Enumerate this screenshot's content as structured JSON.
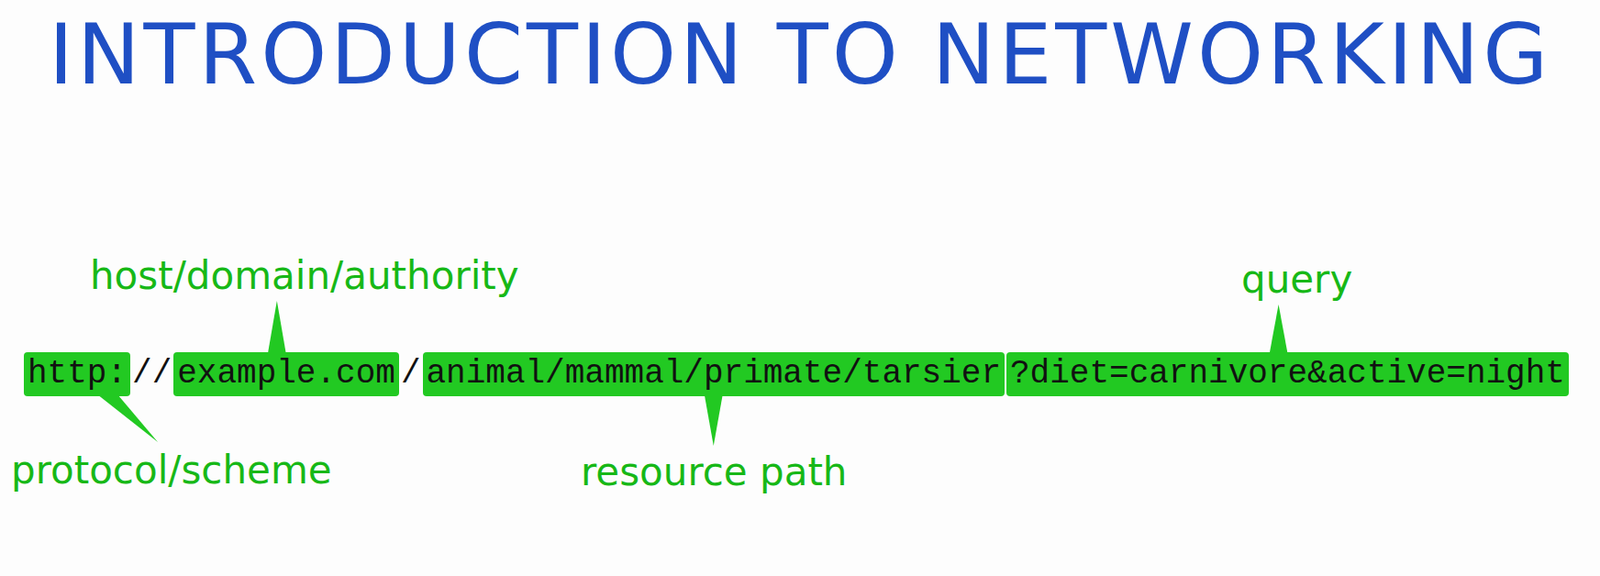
{
  "diagram": {
    "title": "INTRODUCTION TO NETWORKING",
    "nodes": [
      {
        "text": [
          "http:"
        ]
      },
      {
        "text": [
          "example.com"
        ]
      },
      {
        "text": [
          "animal/mammal/primate/tarsier"
        ]
      },
      {
        "text": [
          "?diet=carnivore&active=night"
        ]
      }
    ],
    "labels": [
      "//",
      "/",
      "host/domain/authority",
      "query",
      "protocol/scheme",
      "resource path"
    ]
  }
}
